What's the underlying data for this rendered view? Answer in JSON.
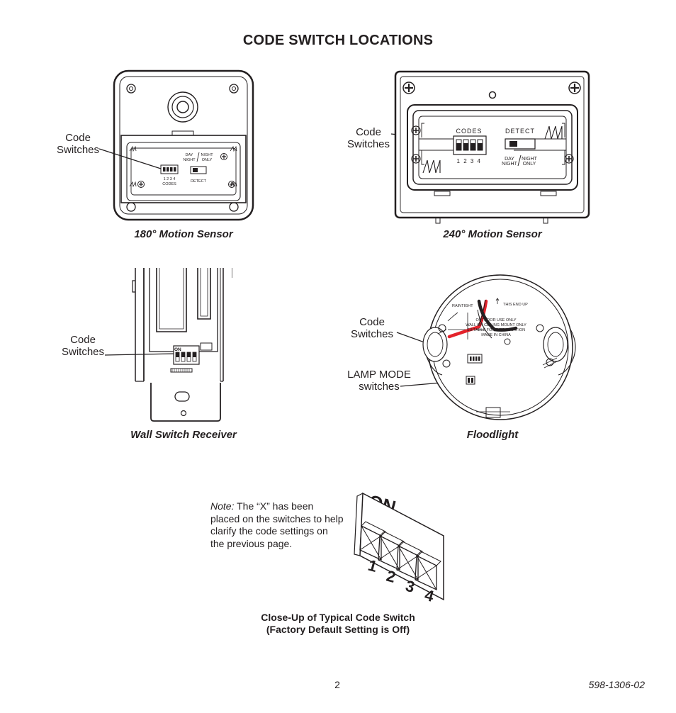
{
  "page": {
    "title": "CODE SWITCH LOCATIONS",
    "page_number": "2",
    "doc_code": "598-1306-02"
  },
  "callouts": {
    "code_switches_line1": "Code",
    "code_switches_line2": "Switches",
    "lamp_mode_line1": "LAMP MODE",
    "lamp_mode_line2": "switches"
  },
  "figures": {
    "sensor_180": {
      "caption": "180° Motion Sensor",
      "labels": {
        "day": "DAY",
        "night": "NIGHT",
        "night_col": "NIGHT",
        "only": "ONLY",
        "numbers": "1 2 3 4",
        "codes": "CODES",
        "detect": "DETECT"
      }
    },
    "sensor_240": {
      "caption": "240° Motion Sensor",
      "labels": {
        "codes": "CODES",
        "detect": "DETECT",
        "numbers": "1 2 3 4",
        "day": "DAY",
        "night": "NIGHT",
        "night_col": "NIGHT",
        "only": "ONLY"
      }
    },
    "wall_switch": {
      "caption": "Wall Switch Receiver",
      "labels": {
        "on": "ON"
      }
    },
    "floodlight": {
      "caption": "Floodlight",
      "labels": {
        "raintight": "RAINTIGHT",
        "this_end_up": "THIS END UP",
        "line1": "OUTDOOR USE ONLY",
        "line2": "WALL OR CEILING MOUNT ONLY",
        "line3": "SUITABLE FOR WET LOCATION",
        "line4": "MADE IN CHINA"
      }
    },
    "closeup": {
      "on_label": "ON",
      "numbers": [
        "1",
        "2",
        "3",
        "4"
      ],
      "caption_line1": "Close-Up of Typical Code Switch",
      "caption_line2": "(Factory Default Setting is Off)"
    }
  },
  "note": {
    "lead": "Note:",
    "body": " The “X” has been placed on the switches to help clarify the code settings on the previous page."
  }
}
